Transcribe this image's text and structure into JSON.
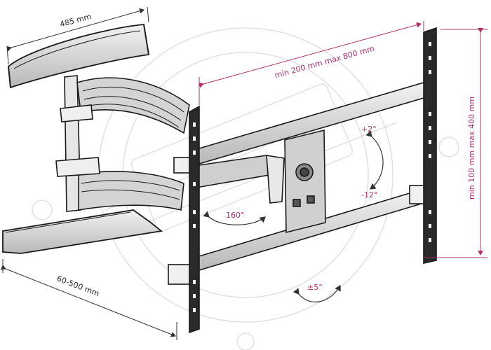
{
  "dimensions": {
    "wall_plate_width": "485 mm",
    "arm_extension": "60-500 mm",
    "vesa_horizontal": "min 200 mm max 800 mm",
    "vesa_vertical": "min 100 mm max 400 mm"
  },
  "adjustments": {
    "tilt_up": "+2°",
    "tilt_down": "-12°",
    "swivel": "160°",
    "rotation": "±5°"
  },
  "watermark_text": "Никс",
  "colors": {
    "dimension_magenta": "#b0306a",
    "line_dark": "#1a1a1a",
    "metal_light": "#d9d9d9",
    "watermark": "#c0c0c0"
  }
}
